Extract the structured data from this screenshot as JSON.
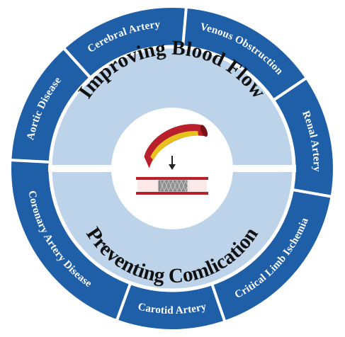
{
  "diagram": {
    "center": {
      "top_label": "Improving Blood Flow",
      "bottom_label": "Preventing Comlication"
    },
    "segments": [
      {
        "label": "Cerebral Artery"
      },
      {
        "label": "Venous Obstruction"
      },
      {
        "label": "Renal Artery"
      },
      {
        "label": "Critical Limb Ischemia"
      },
      {
        "label": "Carotid Artery"
      },
      {
        "label": "Coronary Artery Disease"
      },
      {
        "label": "Aortic Disease"
      }
    ],
    "colors": {
      "ring": "#1f5fa8",
      "ring_border": "#ffffff",
      "inner_band": "#bcd3ea",
      "center_disc": "#ffffff",
      "vessel_wall": "#b8202b",
      "plaque": "#e7c21f",
      "stent": "#8f8f8f"
    },
    "icons": [
      "blocked-artery-icon",
      "down-arrow-icon",
      "stented-artery-icon"
    ]
  }
}
